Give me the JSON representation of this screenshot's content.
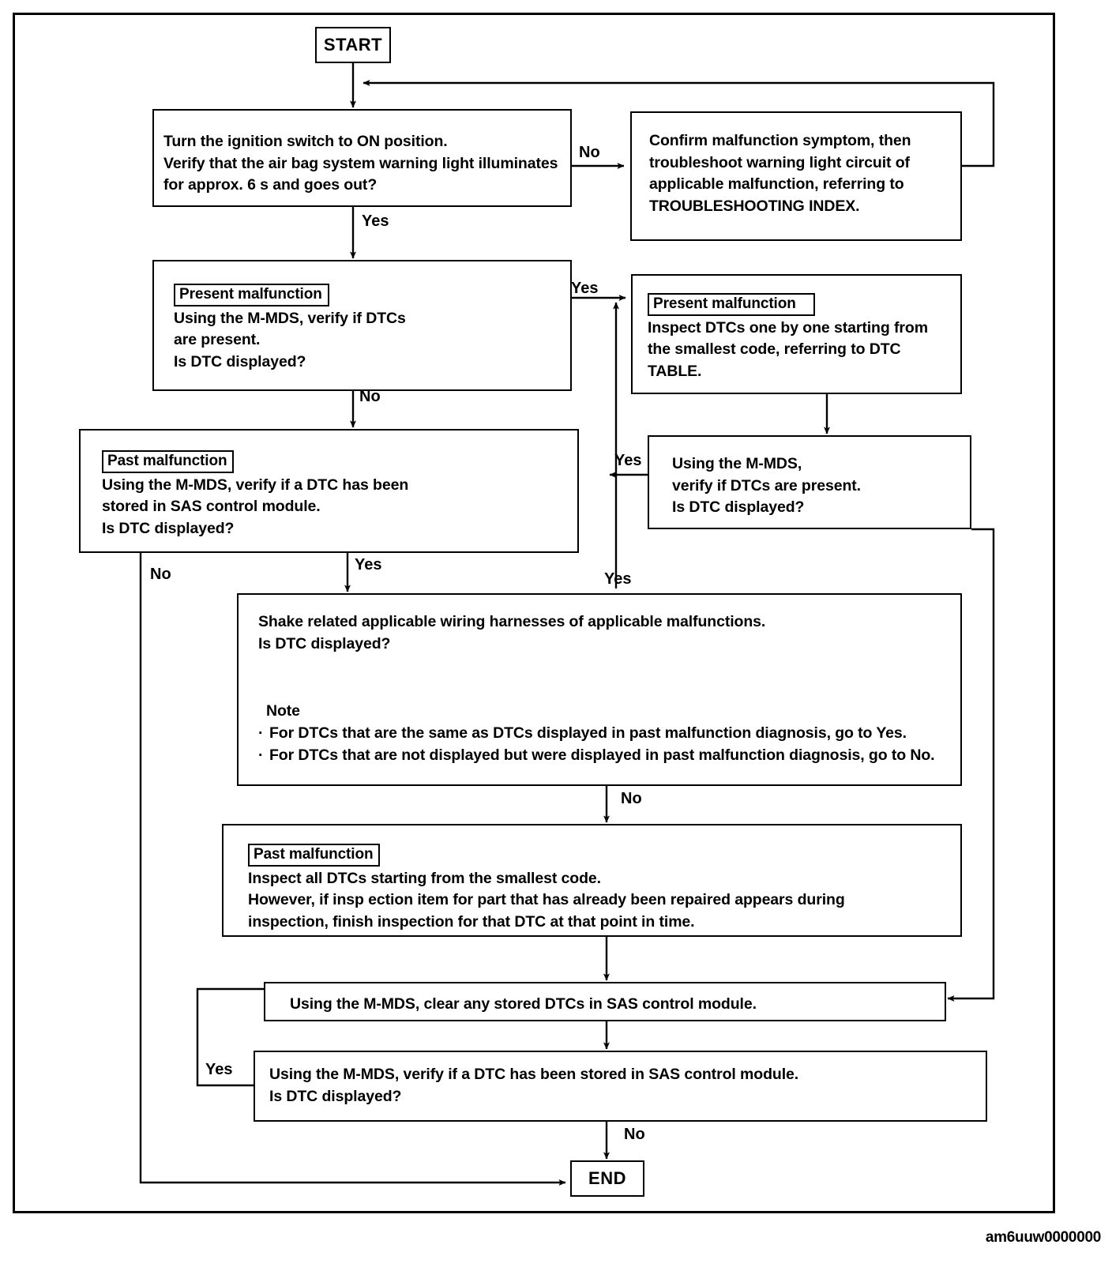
{
  "diagram": {
    "title": "Air bag system diagnostic flowchart",
    "watermark": "am6uuw0000000",
    "nodes": {
      "start": {
        "label": "START"
      },
      "end": {
        "label": "END"
      },
      "ignition_check": {
        "lines": [
          "Turn the ignition switch to ON position.",
          "Verify that the air bag system warning light illuminates",
          "for approx. 6 s and goes out?"
        ],
        "line1": "Turn the ignition switch to ON position.",
        "line2": "Verify that the air bag system warning light illuminates",
        "line3_pre": "for ",
        "line3_bold": "approx. 6 s",
        "line3_post": " and goes out?"
      },
      "confirm_symptom": {
        "line1": "Confirm malfunction symptom, then",
        "line2": "troubleshoot warning light circuit of",
        "line3": "applicable malfunction, referring to",
        "line4": "TROUBLESHOOTING INDEX."
      },
      "present_malfunction_check": {
        "tag": "Present malfunction",
        "line1": "Using the M-MDS, verify if DTCs",
        "line2": "are present.",
        "line3": "Is DTC displayed?"
      },
      "present_malfunction_inspect": {
        "tag": "Present malfunction",
        "line1": "Inspect DTCs one by one starting from",
        "line2": "the smallest code, referring to DTC",
        "line3": "TABLE."
      },
      "past_malfunction_check": {
        "tag": "Past malfunction",
        "line1": "Using the M-MDS, verify if a DTC has been",
        "line2": "stored in SAS control module.",
        "line3": "Is DTC displayed?"
      },
      "mmds_verify_present": {
        "line1": "Using the M-MDS,",
        "line2": "verify if DTCs are present.",
        "line3": "Is DTC displayed?"
      },
      "shake_harness": {
        "line1": "Shake related applicable wiring harnesses of applicable malfunctions.",
        "line2": "Is DTC displayed?",
        "note_title": "Note",
        "note_items": [
          "For DTCs that are the same as DTCs displayed in past malfunction diagnosis, go to Yes.",
          "For DTCs that are not displayed but were displayed in past malfunction diagnosis, go to No."
        ]
      },
      "past_malfunction_inspect": {
        "tag": "Past malfunction",
        "line1": "Inspect all DTCs starting from the smallest code.",
        "line2": "However, if insp ection item for part that has already been repaired appears during",
        "line3": "inspection, finish inspection for that DTC at that point in time."
      },
      "clear_dtcs": {
        "line1": "Using the M-MDS, clear any stored DTCs in SAS control module."
      },
      "final_verify": {
        "line1": "Using the M-MDS, verify if a DTC has been stored in SAS control module.",
        "line2": "Is DTC displayed?"
      }
    },
    "edge_labels": {
      "ignition_no": "No",
      "ignition_yes": "Yes",
      "present_yes": "Yes",
      "present_no": "No",
      "mmds_yes": "Yes",
      "past_yes": "Yes",
      "past_no": "No",
      "shake_up_yes": "Yes",
      "shake_no": "No",
      "final_yes": "Yes",
      "final_no": "No"
    },
    "colors": {
      "ink": "#000000",
      "paper": "#ffffff"
    }
  }
}
